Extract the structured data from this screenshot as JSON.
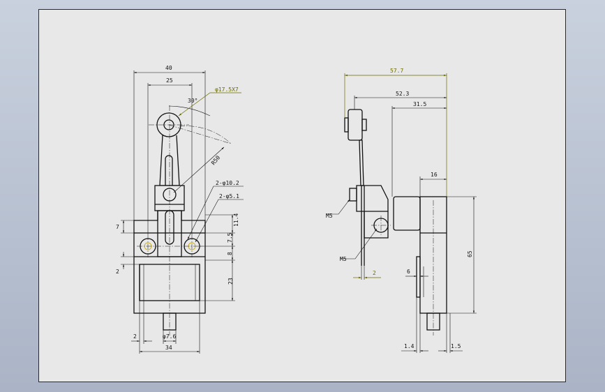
{
  "drawing": {
    "front_view": {
      "dims": {
        "width_40": "40",
        "width_25": "25",
        "angle_30": "30°",
        "roller_dia": "φ17.5X7",
        "arm_radius": "R50",
        "holes_2x_10_2": "2-φ10.2",
        "holes_2x_5_1": "2-φ5.1",
        "h_7": "7",
        "h_2": "2",
        "h_11_4": "11.4",
        "h_7_5": "7.5",
        "h_8": "8",
        "h_23": "23",
        "base_2": "2",
        "plunger_dia": "φ7.6",
        "width_34": "34"
      }
    },
    "side_view": {
      "dims": {
        "len_57_7": "57.7",
        "len_52_3": "52.3",
        "len_31_5": "31.5",
        "w_16": "16",
        "h_65": "65",
        "m5_top": "M5",
        "m5_bottom": "M5",
        "t_2": "2",
        "t_6": "6",
        "t_1_4": "1.4",
        "t_1_5": "1.5"
      }
    },
    "colors": {
      "frame": "#2a2a2a",
      "paper": "#e8e8e8",
      "background": "#aab4c6",
      "annotation_yellow": "#6b6b00",
      "hole_yellow": "#c9a800"
    }
  }
}
